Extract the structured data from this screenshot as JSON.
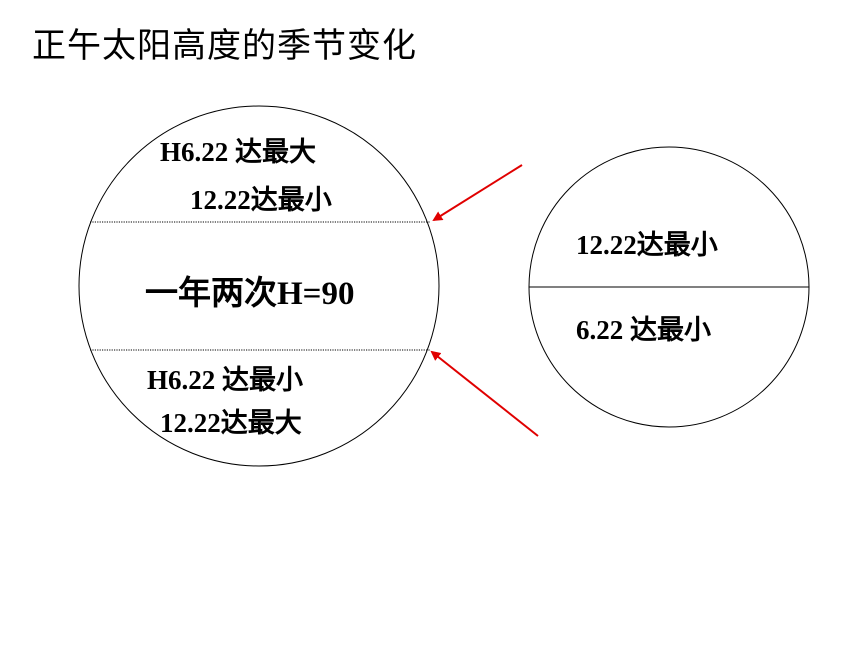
{
  "title": "正午太阳高度的季节变化",
  "left_circle": {
    "top_line1": "H6.22 达最大",
    "top_line2": "12.22达最小",
    "middle": "一年两次H=90",
    "bottom_line1": "H6.22 达最小",
    "bottom_line2": "12.22达最大"
  },
  "right_circle": {
    "top": "12.22达最小",
    "bottom": "6.22 达最小"
  },
  "colors": {
    "arrow": "#e00000",
    "line": "#000000"
  }
}
